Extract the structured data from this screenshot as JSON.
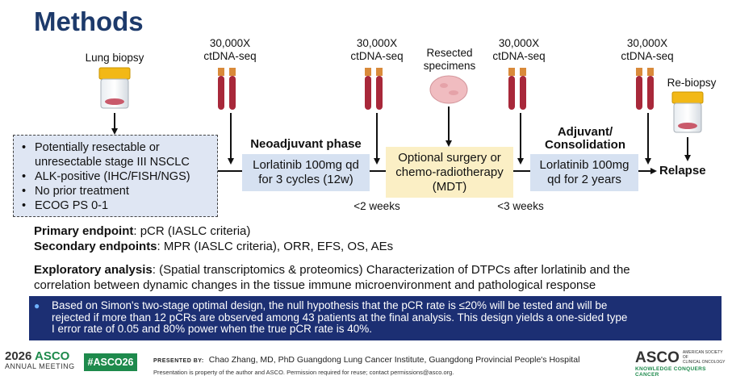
{
  "title": "Methods",
  "labels": {
    "lung_biopsy": "Lung biopsy",
    "ctdna_1a": "30,000X",
    "ctdna_1b": "ctDNA-seq",
    "ctdna_2a": "30,000X",
    "ctdna_2b": "ctDNA-seq",
    "resected_a": "Resected",
    "resected_b": "specimens",
    "ctdna_3a": "30,000X",
    "ctdna_3b": "ctDNA-seq",
    "ctdna_4a": "30,000X",
    "ctdna_4b": "ctDNA-seq",
    "rebiopsy": "Re-biopsy",
    "neoadjuvant_phase": "Neoadjuvant phase",
    "adjuvant_a": "Adjuvant/",
    "adjuvant_b": "Consolidation",
    "weeks_2": "<2 weeks",
    "weeks_3": "<3 weeks",
    "relapse": "Relapse"
  },
  "inclusion": [
    "Potentially resectable or unresectable stage III NSCLC",
    "ALK-positive (IHC/FISH/NGS)",
    "No prior treatment",
    "ECOG PS 0-1"
  ],
  "boxes": {
    "neo_a": "Lorlatinib 100mg qd",
    "neo_b": "for 3 cycles (12w)",
    "surg_a": "Optional surgery or",
    "surg_b": "chemo-radiotherapy",
    "surg_c": "(MDT)",
    "adj_a": "Lorlatinib 100mg",
    "adj_b": "qd for 2 years"
  },
  "endpoints": {
    "primary_label": "Primary endpoint",
    "primary_text": ": pCR (IASLC criteria)",
    "secondary_label": "Secondary endpoints",
    "secondary_text": ": MPR (IASLC criteria), ORR, EFS, OS, AEs",
    "exploratory_label": "Exploratory analysis",
    "exploratory_text_1": ": (Spatial transcriptomics & proteomics) Characterization of DTPCs after lorlatinib and the",
    "exploratory_text_2": "correlation between dynamic changes in the tissue immune microenvironment and pathological response"
  },
  "note": {
    "line1": "Based on Simon's two-stage optimal design, the null hypothesis that the pCR rate is ≤20% will be tested and will be",
    "line2": "rejected if more than 12 pCRs are observed among 43 patients at the final analysis. This design yields a one-sided type",
    "line3": "I error rate of 0.05 and 80% power when the true pCR rate is 40%."
  },
  "footer": {
    "year": "2026",
    "asco": "ASCO",
    "annual": "ANNUAL MEETING",
    "hashtag": "#ASCO26",
    "presented_by": "PRESENTED BY:",
    "presenter": "Chao Zhang, MD, PhD   Guangdong Lung Cancer Institute, Guangdong Provincial People's Hospital",
    "disclaimer": "Presentation is property of the author and ASCO. Permission required for reuse; contact permissions@asco.org.",
    "asco_right": "ASCO",
    "society_1": "AMERICAN SOCIETY OF",
    "society_2": "CLINICAL ONCOLOGY",
    "tagline": "KNOWLEDGE CONQUERS CANCER"
  },
  "colors": {
    "title": "#1d3a6b",
    "phase_box": "#d6e1f1",
    "surgery_box": "#fbefc5",
    "note_bg": "#1c2f73",
    "asco_green": "#1e8a4c"
  }
}
